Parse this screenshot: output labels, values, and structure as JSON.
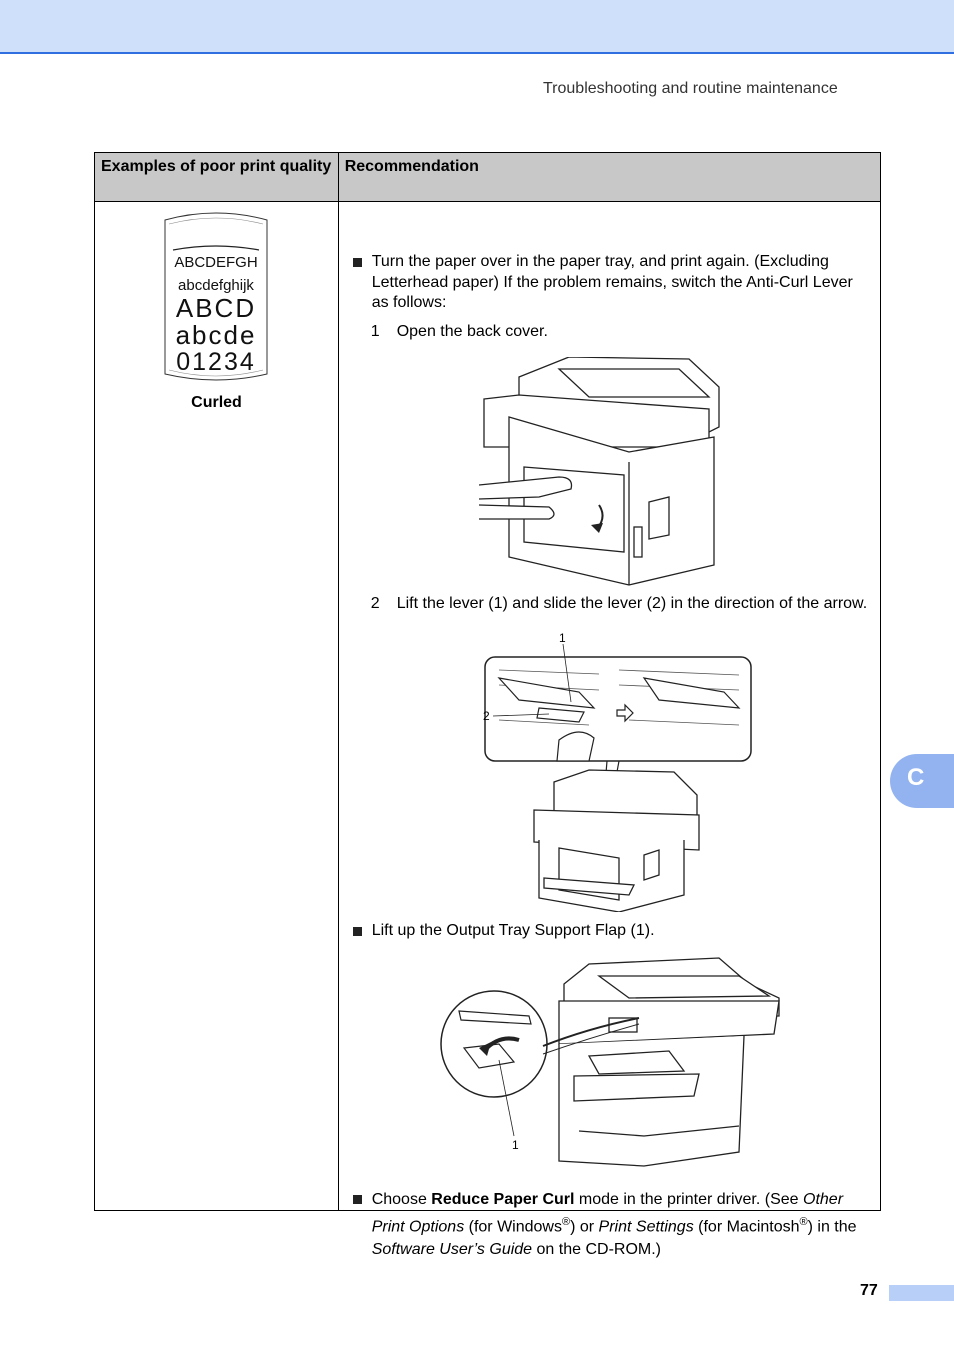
{
  "header": {
    "running_title": "Troubleshooting and routine maintenance"
  },
  "table": {
    "col1_header": "Examples of poor print quality",
    "col2_header": "Recommendation",
    "sample": {
      "lines": [
        "ABCDEFGH",
        "abcdefghijk",
        "ABCD",
        "abcde",
        "01234"
      ],
      "caption": "Curled"
    },
    "bullet1": {
      "text": "Turn the paper over in the paper tray, and print again. (Excluding Letterhead paper) If the problem remains, switch the Anti-Curl Lever as follows:",
      "steps": [
        {
          "num": "1",
          "text": "Open the back cover."
        },
        {
          "num": "2",
          "text": "Lift the lever (1) and slide the lever (2) in the direction of the arrow."
        }
      ],
      "figure2_callouts": [
        "1",
        "2"
      ]
    },
    "bullet2": {
      "text": "Lift up the Output Tray Support Flap (1).",
      "figure_callout": "1"
    },
    "bullet3": {
      "t1": "Choose ",
      "b1": "Reduce Paper Curl",
      "t2": " mode in the printer driver. (See ",
      "i1": "Other Print Options",
      "t3": " (for Windows",
      "reg": "®",
      "t4": ") or ",
      "i2": "Print Settings",
      "t5": " (for Macintosh",
      "t6": ") in the ",
      "i3": "Software User’s Guide",
      "t7": " on the CD-ROM.)"
    }
  },
  "side_tab": "C",
  "page_number": "77"
}
